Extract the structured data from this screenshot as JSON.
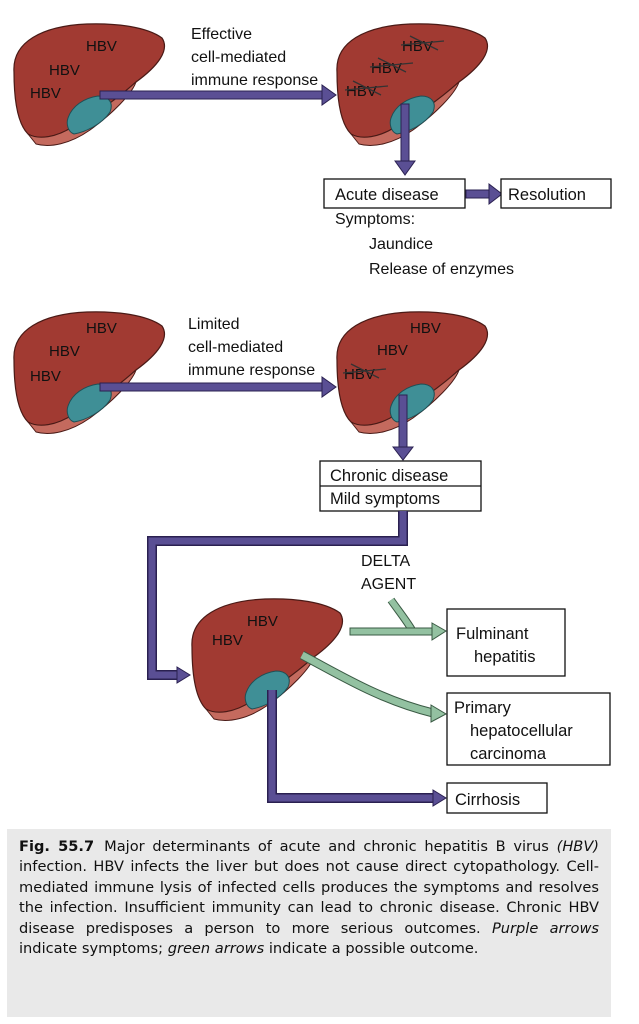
{
  "colors": {
    "liver": "#a13a32",
    "liver_dark": "#7a2a24",
    "gallbladder": "#3f8f96",
    "purple_arrow": "#5a4f94",
    "green_arrow": "#93c1a1"
  },
  "panel_top": {
    "liver_left_labels": [
      "HBV",
      "HBV",
      "HBV"
    ],
    "arrow_label_lines": [
      "Effective",
      "cell-mediated",
      "immune response"
    ],
    "liver_right_labels": [
      "HBV",
      "HBV",
      "HBV"
    ],
    "acute_box": "Acute disease",
    "resolution_box": "Resolution",
    "symptoms_heading": "Symptoms:",
    "symptom_items": [
      "Jaundice",
      "Release of enzymes"
    ]
  },
  "panel_bottom": {
    "liver_left_labels": [
      "HBV",
      "HBV",
      "HBV"
    ],
    "arrow_label_lines": [
      "Limited",
      "cell-mediated",
      "immune response"
    ],
    "liver_right_labels": [
      "HBV",
      "HBV",
      "HBV"
    ],
    "chronic_box_line1": "Chronic disease",
    "chronic_box_line2": "Mild symptoms",
    "delta_agent_lines": [
      "DELTA",
      "AGENT"
    ],
    "liver_third_labels": [
      "HBV",
      "HBV"
    ],
    "fulminant_lines": [
      "Fulminant",
      "hepatitis"
    ],
    "carcinoma_lines": [
      "Primary",
      "hepatocellular",
      "carcinoma"
    ],
    "cirrhosis": "Cirrhosis"
  },
  "caption": {
    "figure_number": "Fig. 55.7",
    "text_1": "Major determinants of acute and chronic hepatitis B virus ",
    "hbv_italic": "(HBV)",
    "text_2": " infection. HBV infects the liver but does not cause direct cytopathology. Cell-mediated immune lysis of infected cells produces the symptoms and resolves the infection. Insufficient immunity can lead to chronic disease. Chronic HBV disease predisposes a person to more serious outcomes. ",
    "purple_italic": "Purple arrows",
    "text_3": " indicate symptoms; ",
    "green_italic": "green arrows",
    "text_4": " indicate a possible outcome."
  }
}
